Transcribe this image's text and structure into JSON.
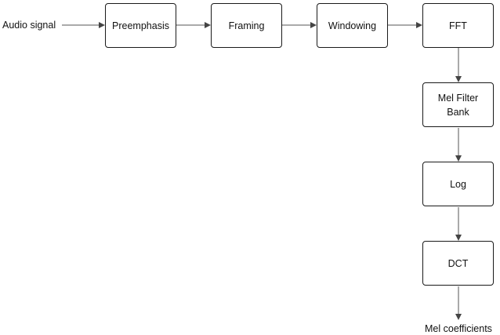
{
  "input_label": "Audio signal",
  "output_label": "Mel coefficients",
  "steps": {
    "preemphasis": "Preemphasis",
    "framing": "Framing",
    "windowing": "Windowing",
    "fft": "FFT",
    "mel_filter_bank_line1": "Mel Filter",
    "mel_filter_bank_line2": "Bank",
    "log": "Log",
    "dct": "DCT"
  },
  "colors": {
    "stroke": "#1a1a1a",
    "connector": "#555555",
    "background": "#ffffff"
  }
}
